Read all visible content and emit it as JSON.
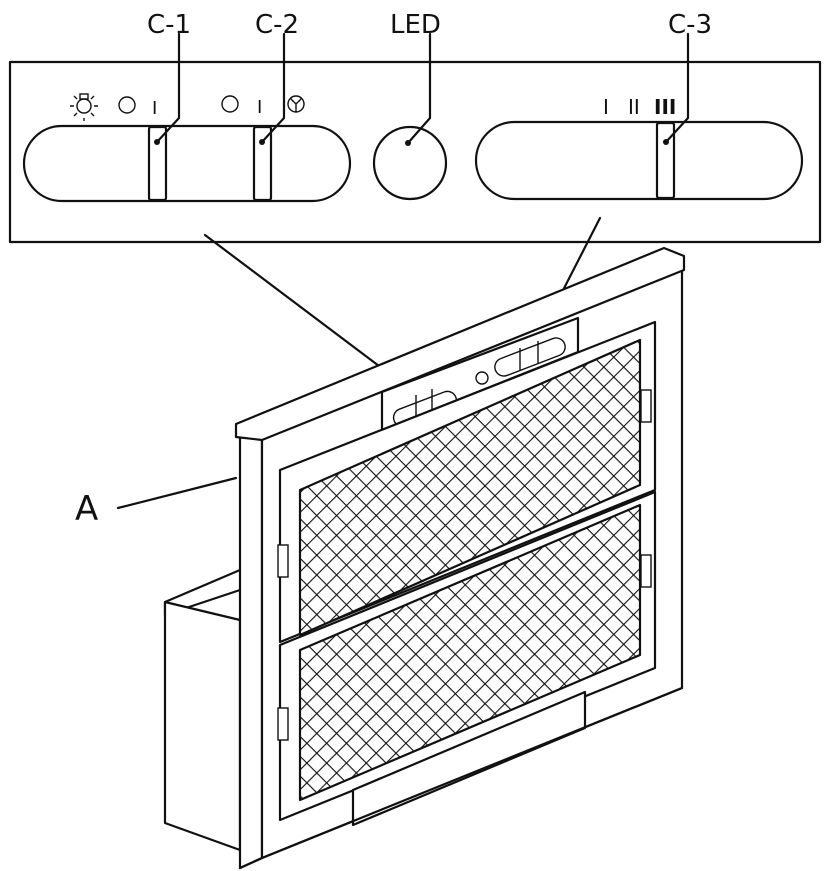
{
  "labels": {
    "c1": "C-1",
    "c2": "C-2",
    "led": "LED",
    "c3": "C-3",
    "a": "A"
  },
  "panel_symbols": {
    "light_icon": "light-bulb-icon",
    "off_symbol": "O",
    "on_symbol": "I",
    "fan_icon": "fan-icon",
    "speed_1": "I",
    "speed_2": "II",
    "speed_3": "III"
  },
  "colors": {
    "line": "#111111",
    "background": "#ffffff"
  }
}
